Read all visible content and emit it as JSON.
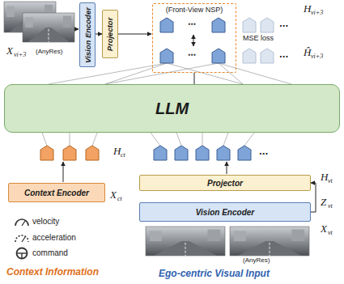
{
  "diagram": {
    "nodes": [
      {
        "text": [
          "Vision Encoder"
        ]
      },
      {
        "text": [
          "Projector"
        ]
      },
      {
        "text": [
          "(Front-View NSP)"
        ]
      },
      {
        "text": [
          "LLM"
        ]
      },
      {
        "text": [
          "Context Encoder"
        ]
      },
      {
        "text": [
          "Projector"
        ]
      },
      {
        "text": [
          "Vision Encoder"
        ]
      }
    ],
    "edges": [
      {
        "from": 0,
        "to": 1,
        "arrow": "to"
      },
      {
        "from": 3,
        "to": 2,
        "arrow": "none"
      },
      {
        "from": 6,
        "to": 5,
        "arrow": "to"
      }
    ],
    "labels": [
      "X",
      "vi+3",
      "(AnyRes)",
      "H",
      "vi+3",
      "MSE loss",
      "Ĥ",
      "vi+3",
      "⋯",
      "⋯",
      "...",
      "...",
      "H",
      "ct",
      "X",
      "ct",
      "velocity",
      "acceleration",
      "command",
      "Context Information",
      "...",
      "H",
      "vt",
      "Z",
      "vt",
      "X",
      "vt",
      "(AnyRes)",
      "Ego-centric Visual Input"
    ]
  }
}
